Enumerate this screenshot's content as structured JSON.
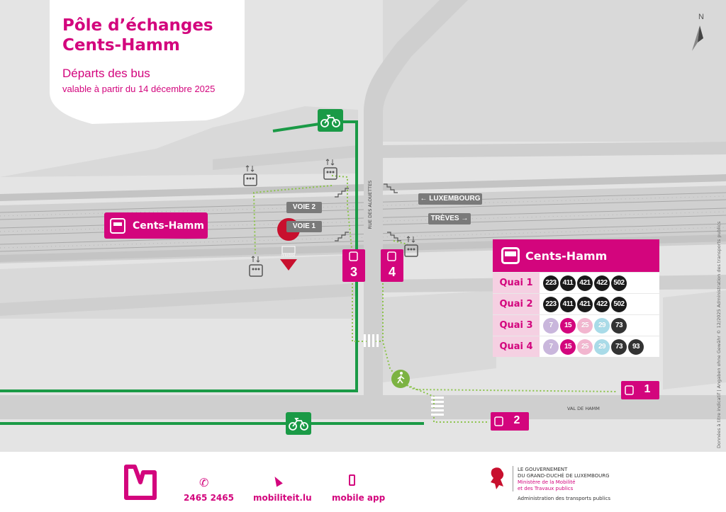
{
  "title": {
    "line1": "Pôle d’échanges",
    "line2": "Cents-Hamm"
  },
  "subtitle": "Départs des bus",
  "validity": "valable à partir du 14 décembre 2025",
  "compass": "N",
  "station": {
    "name": "Cents-Hamm",
    "icon": "train-icon"
  },
  "tracks": {
    "voie2": "VOIE 2",
    "voie1": "VOIE 1"
  },
  "directions": {
    "luxembourg": "← LUXEMBOURG",
    "treves": "TRÈVES →"
  },
  "streets": {
    "alouettes": "RUE DES ALOUETTES",
    "val_de_hamm": "VAL DE HAMM"
  },
  "bikebox": "bikebox",
  "quais": {
    "q1": "1",
    "q2": "2",
    "q3": "3",
    "q4": "4"
  },
  "table": {
    "title": "Cents-Hamm",
    "rows": [
      {
        "label": "Quai 1",
        "lines": [
          "223",
          "411",
          "421",
          "422",
          "502"
        ]
      },
      {
        "label": "Quai 2",
        "lines": [
          "223",
          "411",
          "421",
          "422",
          "502"
        ]
      },
      {
        "label": "Quai 3",
        "lines": [
          "7",
          "15",
          "25",
          "29",
          "73"
        ]
      },
      {
        "label": "Quai 4",
        "lines": [
          "7",
          "15",
          "25",
          "29",
          "73",
          "93"
        ]
      }
    ]
  },
  "line_colors": {
    "223": "#1a1a1a",
    "411": "#1a1a1a",
    "421": "#1a1a1a",
    "422": "#1a1a1a",
    "502": "#1a1a1a",
    "7": "#c9b6dc",
    "15": "#d3057d",
    "25": "#f2b6cf",
    "29": "#a9dbe8",
    "73": "#333333",
    "93": "#333333"
  },
  "colors": {
    "accent": "#d3057d",
    "bike_route": "#1a9a46",
    "walk_route": "#8bc34a",
    "road": "#cfcfcf",
    "land": "#e6e6e6"
  },
  "footer": {
    "phone": "2465 2465",
    "website": "mobiliteit.lu",
    "app": "mobile app",
    "gov_line1": "LE GOUVERNEMENT",
    "gov_line2": "DU GRAND-DUCHÉ DE LUXEMBOURG",
    "gov_line3": "Ministère de la Mobilité",
    "gov_line4": "et des Travaux publics",
    "administration": "Administration des transports publics"
  },
  "side_note": "Données à titre indicatif | Angaben ohne Gewähr © 12/2025 Administration des transports publics"
}
